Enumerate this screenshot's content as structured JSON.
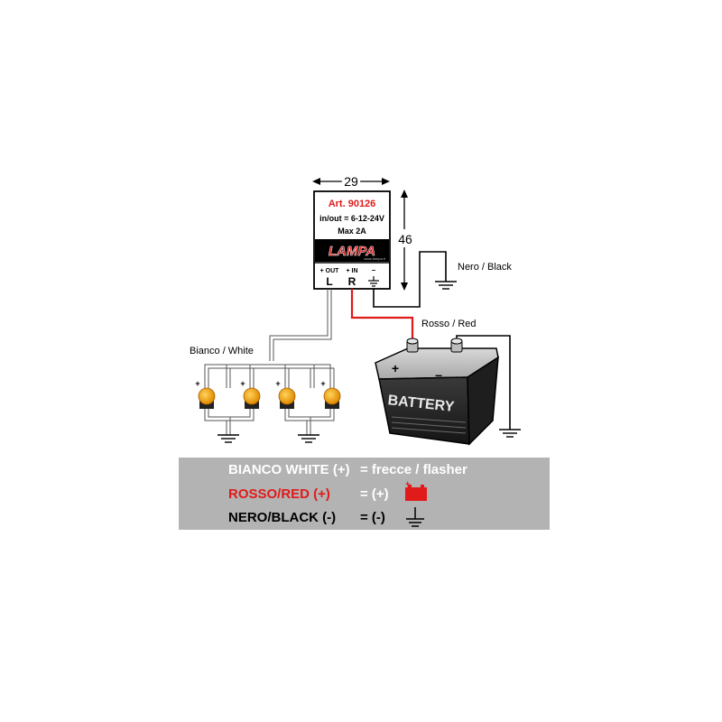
{
  "module": {
    "width_label": "29",
    "height_label": "46",
    "article": "Art. 90126",
    "spec_voltage": "in/out = 6-12-24V",
    "spec_current": "Max 2A",
    "logo_text": "LAMPA",
    "logo_sub": "www.lampa.it",
    "terminals": [
      {
        "top": "+ OUT",
        "bottom": "L"
      },
      {
        "top": "+ IN",
        "bottom": "R"
      },
      {
        "top": "–",
        "bottom": ""
      }
    ]
  },
  "wire_labels": {
    "black": "Nero / Black",
    "red": "Rosso / Red",
    "white": "Bianco / White"
  },
  "battery": {
    "label": "BATTERY",
    "plus": "+",
    "minus": "–"
  },
  "bulb_plus": "+",
  "legend": {
    "white_label": "BIANCO WHITE (+)",
    "white_value": "= frecce / flasher",
    "red_label": "ROSSO/RED (+)",
    "red_value": "= (+)",
    "black_label": "NERO/BLACK (-)",
    "black_value": "= (-)"
  },
  "colors": {
    "red": "#e11a1a",
    "amber": "#f5a300",
    "legend_bg": "#b3b3b3"
  }
}
